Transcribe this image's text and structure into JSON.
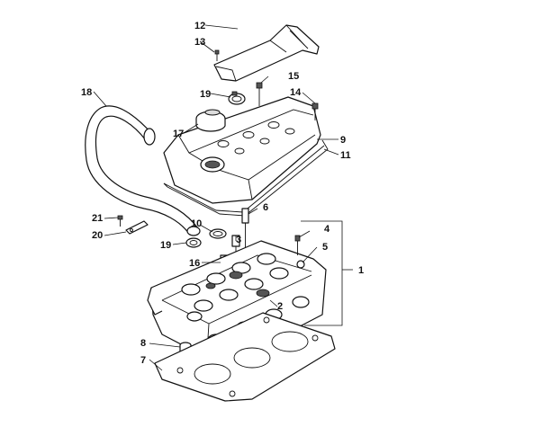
{
  "callouts": {
    "p1": "1",
    "p2": "2",
    "p3": "3",
    "p4": "4",
    "p5": "5",
    "p6": "6",
    "p7": "7",
    "p8": "8",
    "p9": "9",
    "p10": "10",
    "p11": "11",
    "p12": "12",
    "p13": "13",
    "p14": "14",
    "p15": "15",
    "p16": "16",
    "p17": "17",
    "p18": "18",
    "p19a": "19",
    "p19b": "19",
    "p20": "20",
    "p21": "21"
  }
}
